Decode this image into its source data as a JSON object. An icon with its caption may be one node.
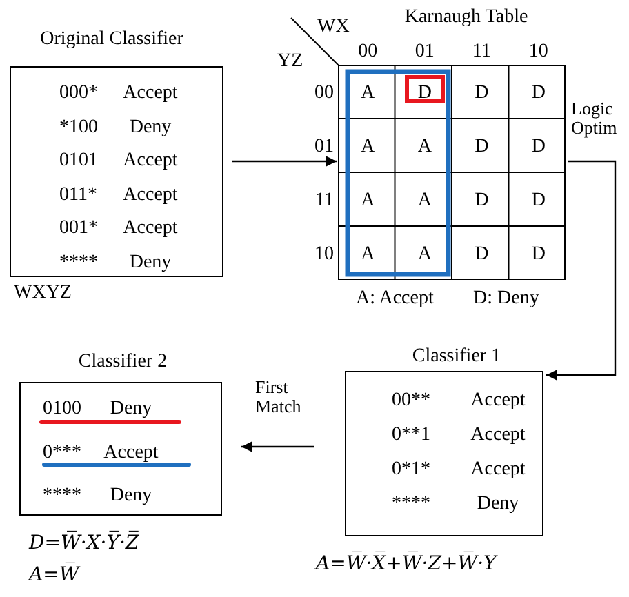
{
  "diagram": {
    "nodes": [
      {
        "text": [
          "Original Classifier",
          "000*",
          "Accept",
          "*100",
          "Deny",
          "0101",
          "Accept",
          "011*",
          "Accept",
          "001*",
          "Accept",
          "****",
          "Deny"
        ],
        "beside": [
          "WXYZ"
        ]
      },
      {
        "text": [
          "Karnaugh Table",
          "WX",
          "YZ",
          "00",
          "01",
          "11",
          "10",
          "00",
          "A",
          "D",
          "D",
          "D",
          "01",
          "A",
          "A",
          "D",
          "D",
          "11",
          "A",
          "A",
          "D",
          "D",
          "10",
          "A",
          "A",
          "D",
          "D",
          "A: Accept",
          "D: Deny"
        ]
      },
      {
        "text": [
          "Classifier 1",
          "00**",
          "Accept",
          "0**1",
          "Accept",
          "0*1*",
          "Accept",
          "****",
          "Deny"
        ],
        "beside": [
          "A=W̅·X̅+W̅·Z+W̅·Y"
        ]
      },
      {
        "text": [
          "Classifier 2",
          "0100",
          "Deny",
          "0***",
          "Accept",
          "****",
          "Deny"
        ],
        "beside": [
          "D=W̅·X·Y̅·Z̅",
          "A=W̅"
        ]
      }
    ],
    "edges": [
      {
        "from": 0,
        "to": 1,
        "arrow": "to"
      },
      {
        "from": 1,
        "to": 2,
        "arrow": "to",
        "label": "Logic Optim"
      },
      {
        "from": 2,
        "to": 3,
        "arrow": "to",
        "label": "First Match"
      }
    ]
  }
}
